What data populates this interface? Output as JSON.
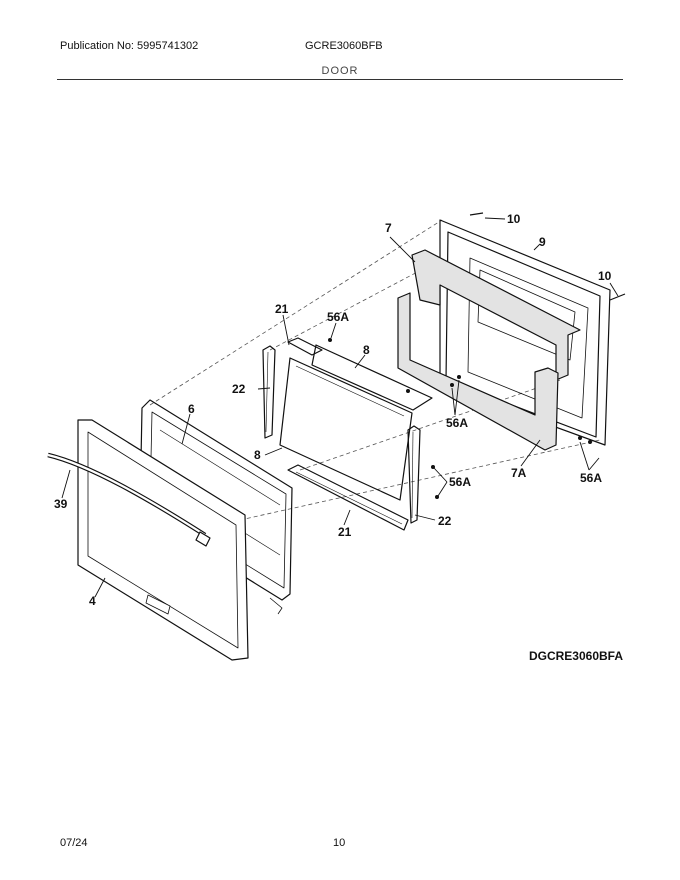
{
  "header": {
    "publication": "Publication No: 5995741302",
    "model": "GCRE3060BFB",
    "section": "DOOR"
  },
  "drawing": {
    "code": "DGCRE3060BFA",
    "callouts": {
      "c10a": "10",
      "c9": "9",
      "c7": "7",
      "c10b": "10",
      "c21a": "21",
      "c56a1": "56A",
      "c8a": "8",
      "c22a": "22",
      "c6": "6",
      "c8b": "8",
      "c56a2": "56A",
      "c56a3": "56A",
      "c7a": "7A",
      "c56a4": "56A",
      "c39": "39",
      "c22b": "22",
      "c21b": "21",
      "c4": "4"
    }
  },
  "footer": {
    "date": "07/24",
    "page": "10"
  }
}
